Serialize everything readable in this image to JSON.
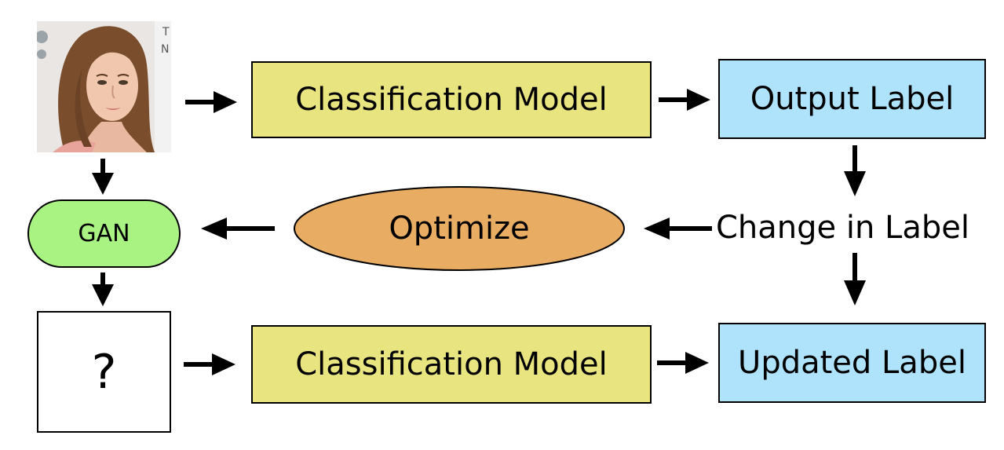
{
  "diagram": {
    "input_image": {
      "alt": "face photo"
    },
    "question_box": {
      "text": "?"
    },
    "classifier_top": {
      "text": "Classification Model"
    },
    "classifier_bottom": {
      "text": "Classification Model"
    },
    "output_label": {
      "text": "Output Label"
    },
    "updated_label": {
      "text": "Updated Label"
    },
    "change_in_label": {
      "text": "Change in Label"
    },
    "optimize": {
      "text": "Optimize"
    },
    "gan": {
      "text": "GAN"
    }
  },
  "colors": {
    "classifier": "#e8e47f",
    "label": "#aee3fb",
    "optimize": "#e8ac62",
    "gan": "#a9f383"
  }
}
